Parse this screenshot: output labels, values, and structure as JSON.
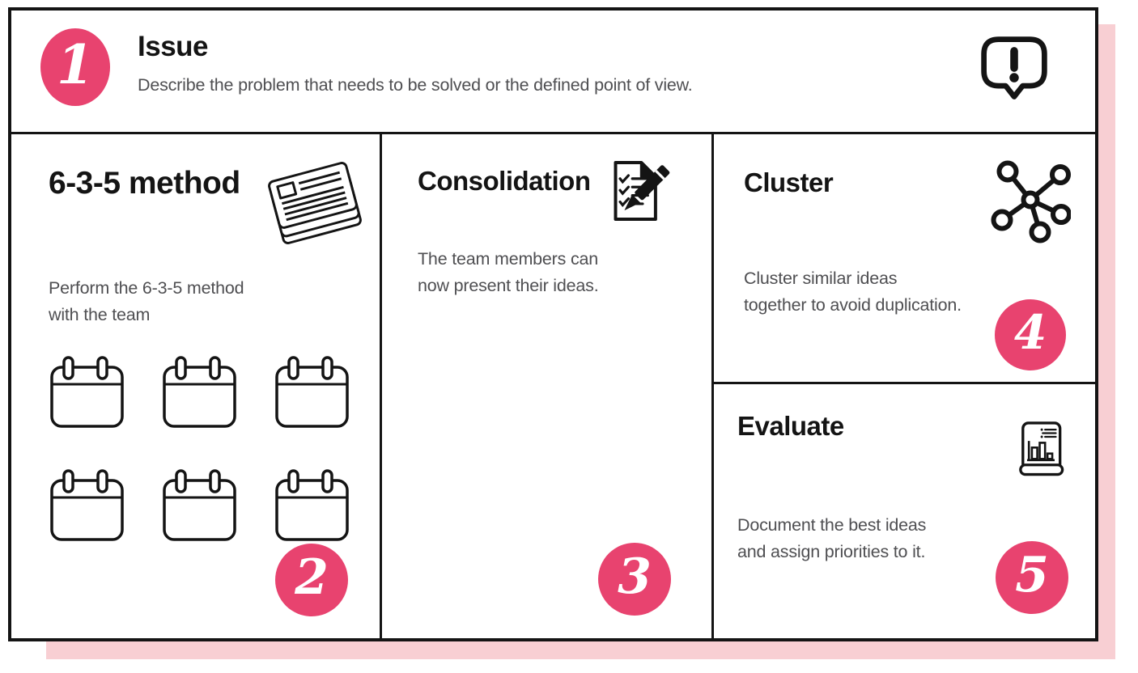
{
  "colors": {
    "accent": "#E8436F",
    "shadow_pink": "#F8CFD3",
    "ink": "#141414",
    "body_text": "#4F4F52",
    "background": "#FFFFFF"
  },
  "canvas": {
    "issue": {
      "step": "1",
      "title": "Issue",
      "description": "Describe the problem that needs to be solved or the defined point of view.",
      "icon": "speech-bubble-exclamation-icon"
    },
    "method": {
      "step": "2",
      "title": "6-3-5 method",
      "description": "Perform the 6-3-5 method\nwith the team",
      "icon": "paper-stack-icon",
      "calendar_icon": "blank-calendar-icon",
      "calendar_count": 6
    },
    "consolidation": {
      "step": "3",
      "title": "Consolidation",
      "description": "The team members can\nnow present their ideas.",
      "icon": "checklist-pencil-icon"
    },
    "cluster": {
      "step": "4",
      "title": "Cluster",
      "description": "Cluster similar ideas\ntogether to avoid duplication.",
      "icon": "cluster-network-icon"
    },
    "evaluate": {
      "step": "5",
      "title": "Evaluate",
      "description": "Document the best ideas\nand assign priorities to it.",
      "icon": "bar-chart-document-icon"
    }
  }
}
